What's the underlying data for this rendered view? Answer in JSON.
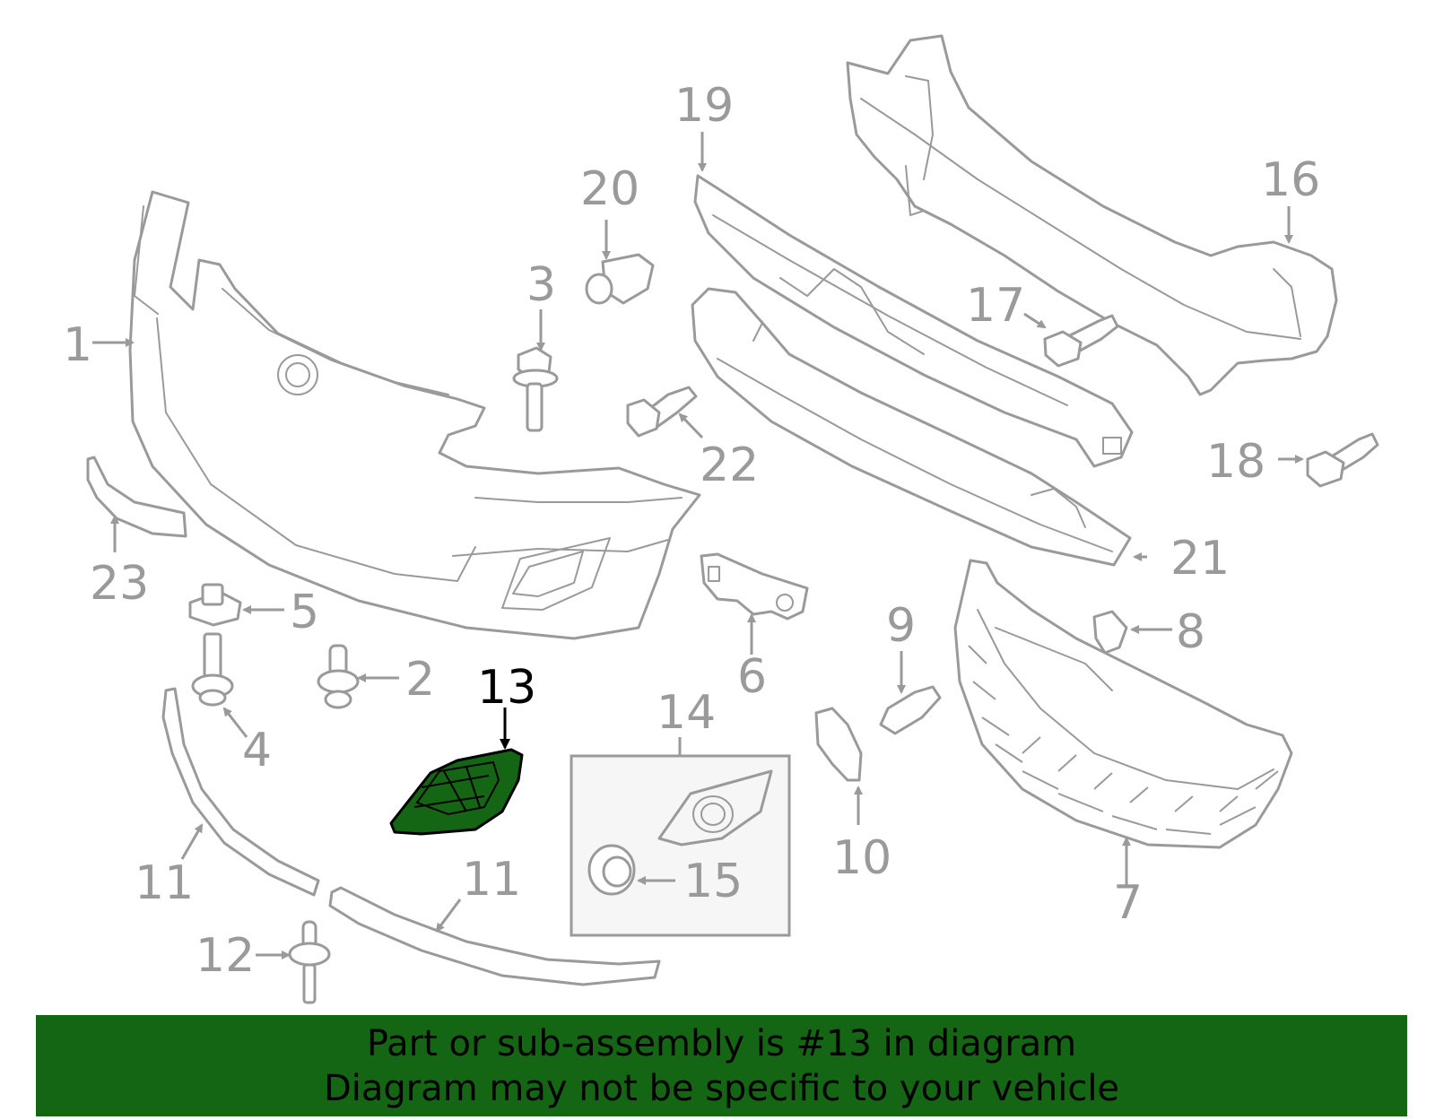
{
  "colors": {
    "line": "#9a9a9a",
    "highlight_fill": "#146614",
    "highlight_label": "#000000",
    "footer_bg": "#146614"
  },
  "highlighted_part": "13",
  "callouts": [
    "1",
    "2",
    "3",
    "4",
    "5",
    "6",
    "7",
    "8",
    "9",
    "10",
    "11",
    "11",
    "12",
    "13",
    "14",
    "15",
    "16",
    "17",
    "18",
    "19",
    "20",
    "21",
    "22",
    "23"
  ],
  "footer": {
    "line1": "Part or sub-assembly is #13 in diagram",
    "line2": "Diagram may not be specific to your vehicle"
  }
}
